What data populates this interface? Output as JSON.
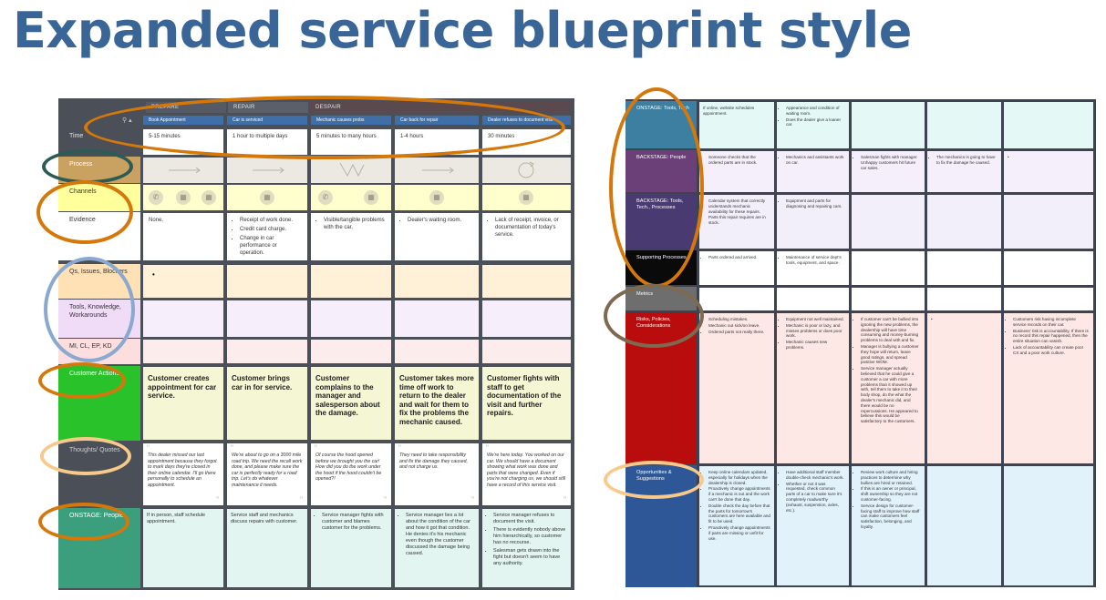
{
  "title": "Expanded service blueprint style",
  "left": {
    "phases": [
      "PREPARE",
      "REPAIR",
      "DESPAIR"
    ],
    "steps": [
      "Book Appointment",
      "Car is serviced",
      "Mechanic causes probs",
      "Car back for repair",
      "Dealer refuses to document visit"
    ],
    "rows": {
      "time": "Time",
      "process": "Process",
      "channels": "Channels",
      "evidence": "Evidence",
      "qs": "Qs, Issues, Blockers",
      "tools": "Tools, Knowledge, Workarounds",
      "mi": "MI, CL, EP, KD",
      "customer": "Customer Actions",
      "thoughts": "Thoughts/ Quotes",
      "onstage": "ONSTAGE: People"
    },
    "time_values": [
      "5-15 minutes",
      "1 hour to multiple days",
      "5 minutes to many hours",
      "1-4 hours",
      "30 minutes"
    ],
    "evidence": [
      [
        "None."
      ],
      [
        "Receipt of work done.",
        "Credit card charge.",
        "Change in car performance or operation."
      ],
      [
        "Visible/tangible problems with the car."
      ],
      [
        "Dealer's waiting room."
      ],
      [
        "Lack of receipt, invoice, or documentation of today's service."
      ]
    ],
    "qs_first": "•",
    "customer_actions": [
      "Customer creates appointment for car service.",
      "Customer brings car in for service.",
      "Customer complains to the manager and salesperson about the damage.",
      "Customer takes more time off work to return to the dealer and wait for them to fix the problems the mechanic caused.",
      "Customer fights with staff to get documentation of the visit and further repairs."
    ],
    "quotes": [
      "This dealer missed our last appointment because they forgot to mark days they're closed in their online calendar. I'll go there personally to schedule an appointment.",
      "We're about to go on a 3000 mile road trip. We need the recall work done, and please make sure the car is perfectly ready for a road trip. Let's do whatever maintenance it needs.",
      "Of course the hood opened before we brought you the car! How did you do the work under the hood if the hood couldn't be opened?!",
      "They need to take responsibility and fix the damage they caused, and not charge us.",
      "We're here today. You worked on our car. We should have a document showing what work was done and parts that were changed. Even if you're not charging us, we should still have a record of this service visit."
    ],
    "onstage": [
      [
        "If in person, staff schedule appointment."
      ],
      [
        "Service staff and mechanics discuss repairs with customer."
      ],
      [
        "Service manager fights with customer and blames customer for the problems."
      ],
      [
        "Service manager lies a lot about the condition of the car and how it got that condition. He denies it's his mechanic even though the customer discussed the damage being caused."
      ],
      [
        "Service manager refuses to document the visit.",
        "There is evidently nobody above him hierarchically, so customer has no recourse.",
        "Salesman gets drawn into the fight but doesn't seem to have any authority."
      ]
    ]
  },
  "right": {
    "rows": {
      "onstage_tools": "ONSTAGE: Tools, Tech",
      "backstage_people": "BACKSTAGE: People",
      "backstage_tools": "BACKSTAGE: Tools, Tech., Processes",
      "supporting": "Supporting Processes",
      "metrics": "Metrics",
      "risks": "Risks, Policies, Considerations",
      "opps": "Opportunities & Suggestions"
    },
    "onstage_tools": [
      [
        "If online, website schedules appointment."
      ],
      [
        "Appearance and condition of waiting room.",
        "Does the dealer give a loaner car."
      ],
      [],
      [],
      []
    ],
    "backstage_people": [
      [
        "Someone checks that the ordered parts are in stock."
      ],
      [
        "Mechanics and assistants work on car."
      ],
      [
        "Salesman fights with manager. Unhappy customers hit future car sales."
      ],
      [
        "The mechanics is going to have to fix the damage he caused."
      ],
      [
        "•"
      ]
    ],
    "backstage_tools": [
      [
        "Calendar system that correctly understands mechanic availability for these repairs.",
        "Parts this repair requires are in stock."
      ],
      [
        "Equipment and parts for diagnosing and repairing cars."
      ],
      [],
      [],
      []
    ],
    "supporting": [
      [
        "Parts ordered and arrived."
      ],
      [
        "Maintenance of service dept's tools, equipment, and space."
      ],
      [],
      [],
      []
    ],
    "risks": [
      [
        "Scheduling mistakes.",
        "Mechanic out sick/on leave.",
        "Ordered parts not really there."
      ],
      [
        "Equipment not well maintained.",
        "Mechanic is poor or lazy, and misses problems or does poor work.",
        "Mechanic causes new problems."
      ],
      [
        "If customer can't be bullied into ignoring the new problems, the dealership will have time consuming and money-burning problems to deal with and fix.",
        "Manager is bullying a customer they hope will return, leave good ratings, and spread positive WOM.",
        "Service manager actually believed that he could give a customer a car with more problems than it showed up with, tell them to take it to their body shop, do the what the dealer's mechanic did, and there would be no repercussions. He appeared to believe this would be satisfactory to the customers."
      ],
      [
        "•"
      ],
      [
        "Customers risk having incomplete service records on their car.",
        "Business' risk is accountability. If there is no record this repair happened, then the entire situation can vanish.",
        "Lack of accountability can create poor CX and a poor work culture."
      ]
    ],
    "opps": [
      [
        "Keep online calendars updated, especially for holidays when the dealership is closed.",
        "Proactively change appointments if a mechanic is out and the work can't be done that day.",
        "Double check the day before that the parts for tomorrow's customers are here available and fit to be used.",
        "Proactively change appointments if parts are missing or unfit for use."
      ],
      [
        "Have additional staff member double-check mechanic's work.",
        "Whether or not it was requested, check common parts of a car to make sure it's completely roadworthy (exhaust, suspension, axles, etc.)."
      ],
      [
        "Review work culture and hiring practices to determine why bullies are hired or retained.",
        "If this is an owner or principal, shift ownership so they are not customer-facing.",
        "Service design for customer-facing staff to improve how staff can make customers feel satisfaction, belonging, and loyalty."
      ],
      [],
      []
    ]
  }
}
